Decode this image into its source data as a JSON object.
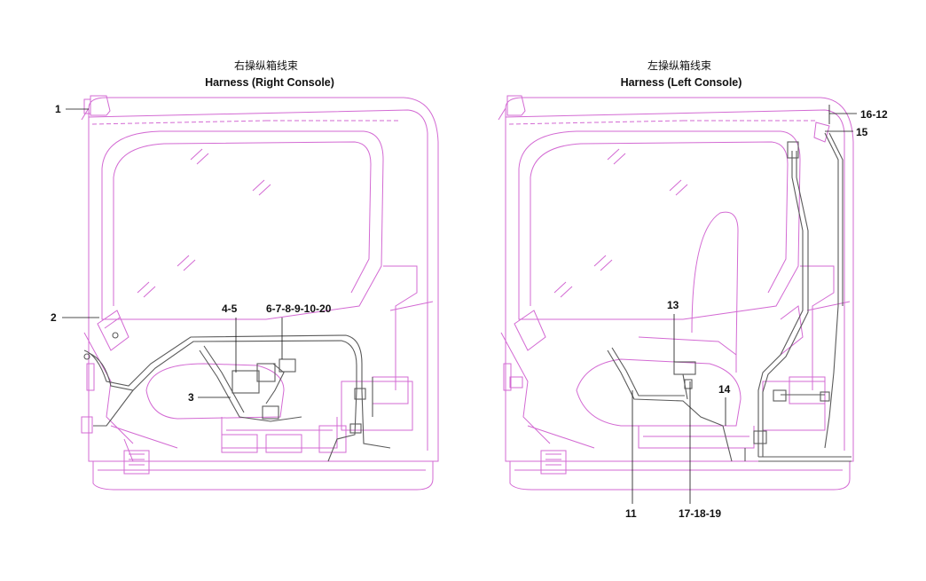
{
  "panels": {
    "right": {
      "title_cn": "右操纵箱线束",
      "title_en": "Harness (Right Console)",
      "callouts": [
        "1",
        "2",
        "3",
        "4-5",
        "6-7-8-9-10-20"
      ]
    },
    "left": {
      "title_cn": "左操纵箱线束",
      "title_en": "Harness (Left Console)",
      "callouts": [
        "11",
        "13",
        "14",
        "15",
        "16-12",
        "17-18-19"
      ]
    }
  },
  "colors": {
    "cab_outline": "#d36ad3",
    "harness": "#5a5a5a",
    "text": "#111111"
  }
}
